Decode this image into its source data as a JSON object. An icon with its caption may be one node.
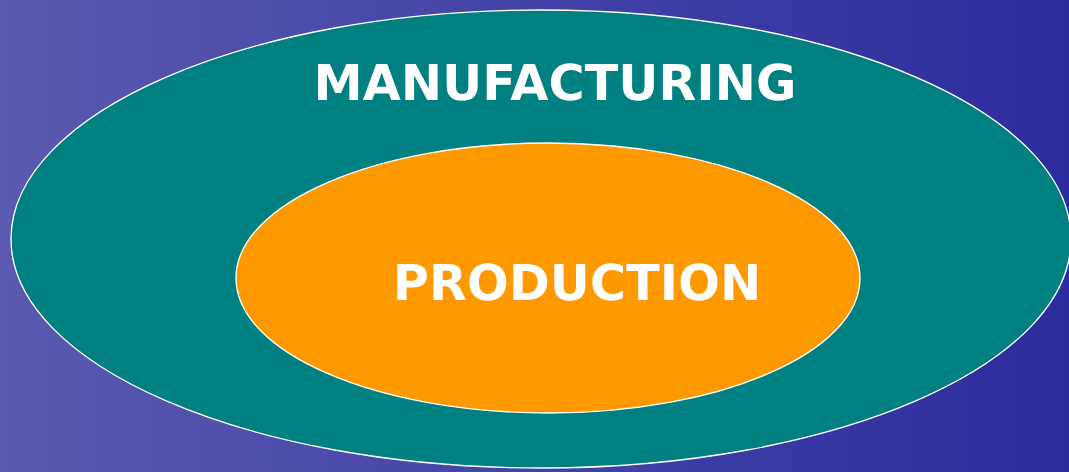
{
  "diagram": {
    "nodes": [
      {
        "text": [
          "MANUFACTURING"
        ]
      },
      {
        "text": [
          "PRODUCTION"
        ],
        "in": 0
      }
    ]
  }
}
